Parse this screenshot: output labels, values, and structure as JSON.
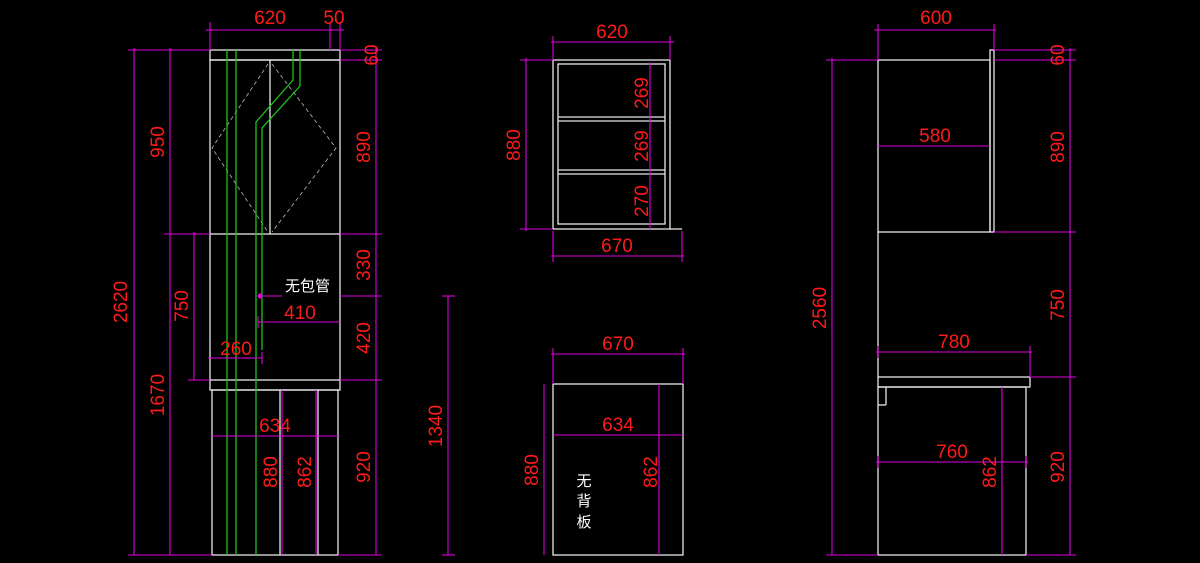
{
  "views": {
    "front": {
      "dims": {
        "top_width": "620",
        "top_side": "50",
        "left_upper": "950",
        "left_total": "2620",
        "left_lower": "1670",
        "mid_750": "750",
        "mid_410": "410",
        "mid_260": "260",
        "right_60": "60",
        "right_890": "890",
        "right_330": "330",
        "right_420": "420",
        "right_920": "920",
        "base_634": "634",
        "base_880": "880",
        "base_862": "862"
      },
      "note_no_pipe": "无包管"
    },
    "center": {
      "dim_1340": "1340",
      "upper": {
        "top": "620",
        "height": "880",
        "s1": "269",
        "s2": "269",
        "s3": "270",
        "bottom": "670"
      },
      "lower": {
        "top": "670",
        "inner": "634",
        "height": "880",
        "depth": "862"
      },
      "note_no_back": [
        "无",
        "背",
        "板"
      ]
    },
    "side": {
      "dims": {
        "top": "600",
        "upper_inner": "580",
        "total": "2560",
        "r_60": "60",
        "r_890": "890",
        "r_750": "750",
        "r_920": "920",
        "counter": "780",
        "base_inner": "760",
        "base_depth": "862"
      }
    }
  },
  "colors": {
    "dimension_text": "#ff1a1a",
    "dimension_line": "#e000e0",
    "outline": "#e8e8e8",
    "pipe": "#19c419",
    "note": "#ffffff"
  }
}
